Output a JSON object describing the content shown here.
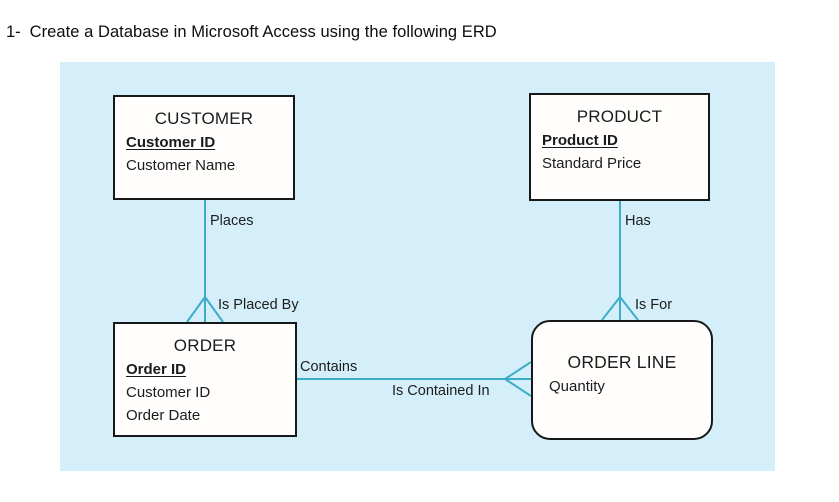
{
  "heading": {
    "number": "1-",
    "text": "Create a Database in Microsoft Access using the following ERD"
  },
  "colors": {
    "canvas_background": "#d4eefa",
    "entity_fill": "#fffefc",
    "entity_border": "#17181a",
    "relationship_line": "#3badc8",
    "text": "#1b1b1b",
    "page_background": "#ffffff"
  },
  "diagram": {
    "type": "entity-relationship-diagram",
    "notation": "crow's foot",
    "entities": [
      {
        "id": "customer",
        "name": "CUSTOMER",
        "shape": "rectangle",
        "attributes": [
          {
            "label": "Customer ID",
            "key": "primary"
          },
          {
            "label": "Customer Name",
            "key": "none"
          }
        ]
      },
      {
        "id": "product",
        "name": "PRODUCT",
        "shape": "rectangle",
        "attributes": [
          {
            "label": "Product ID",
            "key": "primary"
          },
          {
            "label": "Standard Price",
            "key": "none"
          }
        ]
      },
      {
        "id": "order",
        "name": "ORDER",
        "shape": "rectangle",
        "attributes": [
          {
            "label": "Order ID",
            "key": "primary"
          },
          {
            "label": "Customer ID",
            "key": "none"
          },
          {
            "label": "Order Date",
            "key": "none"
          }
        ]
      },
      {
        "id": "order-line",
        "name": "ORDER LINE",
        "shape": "rounded-rectangle",
        "attributes": [
          {
            "label": "Quantity",
            "key": "none"
          }
        ]
      }
    ],
    "relationships": [
      {
        "id": "customer-order",
        "from": "CUSTOMER",
        "to": "ORDER",
        "forward_label": "Places",
        "reverse_label": "Is Placed By",
        "from_cardinality": "one",
        "to_cardinality": "many"
      },
      {
        "id": "product-order-line",
        "from": "PRODUCT",
        "to": "ORDER LINE",
        "forward_label": "Has",
        "reverse_label": "Is For",
        "from_cardinality": "one",
        "to_cardinality": "many"
      },
      {
        "id": "order-order-line",
        "from": "ORDER",
        "to": "ORDER LINE",
        "forward_label": "Contains",
        "reverse_label": "Is Contained In",
        "from_cardinality": "one",
        "to_cardinality": "many"
      }
    ]
  }
}
